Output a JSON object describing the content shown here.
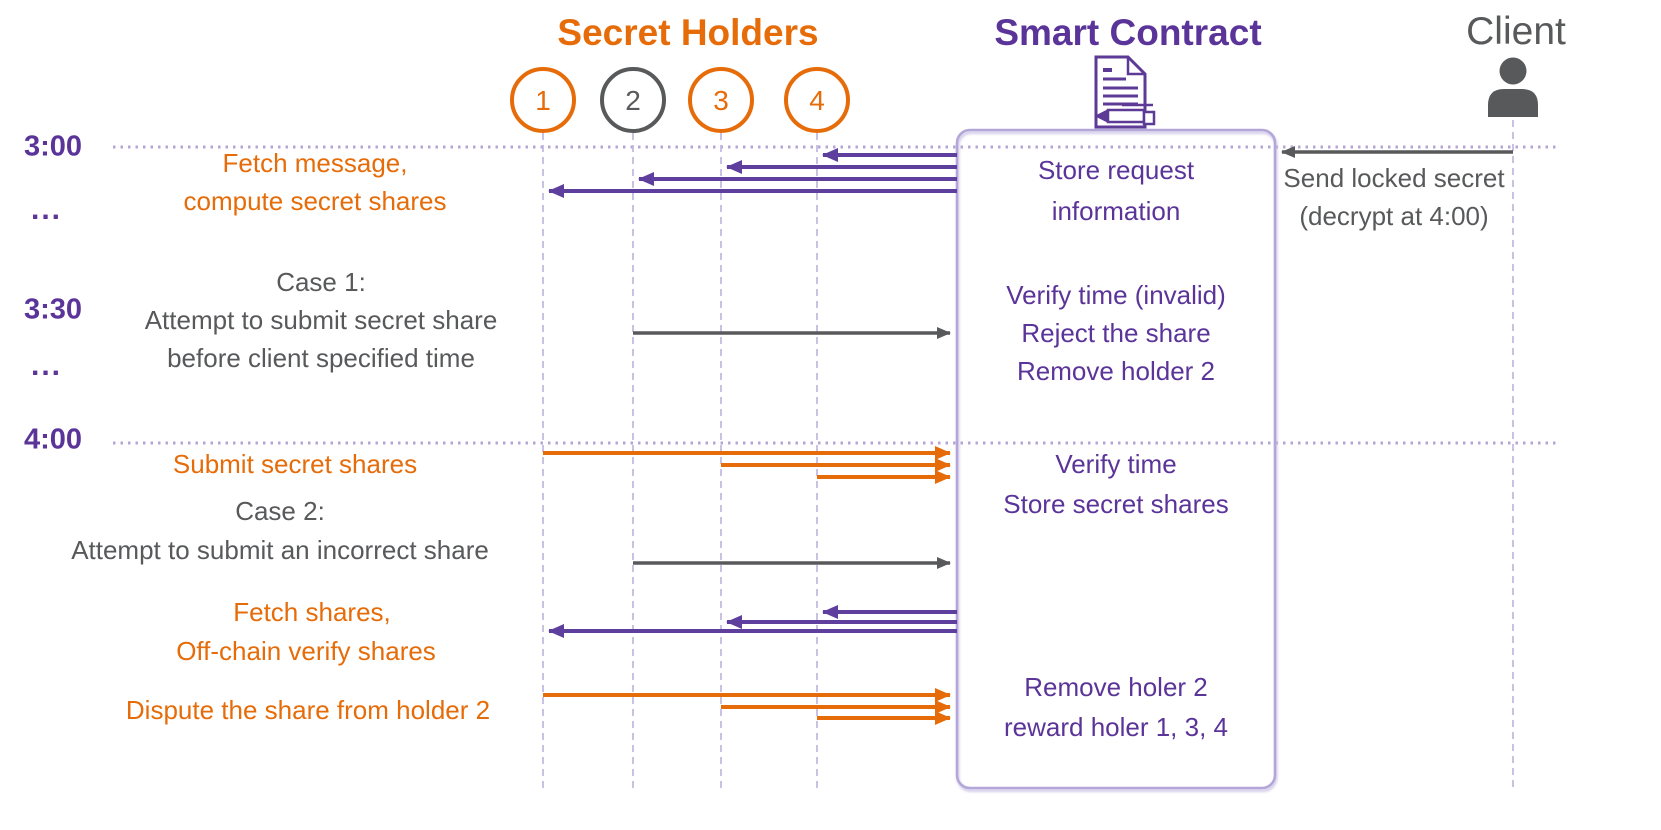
{
  "colors": {
    "orange": "#E66C09",
    "purple": "#5B3499",
    "arrow_purple": "#5E3F9E",
    "light_purple": "#B4A7D6",
    "dark_gray": "#58595B"
  },
  "participants": {
    "secret_holders": {
      "title": "Secret Holders",
      "holders": [
        "1",
        "2",
        "3",
        "4"
      ]
    },
    "smart_contract": {
      "title": "Smart Contract",
      "icon": "contract-document-icon"
    },
    "client": {
      "title": "Client",
      "icon": "person-icon"
    }
  },
  "time_axis": {
    "t300": "3:00",
    "gap1": "...",
    "t330": "3:30",
    "gap2": "...",
    "t400": "4:00"
  },
  "messages": {
    "fetch_message": {
      "line1": "Fetch message,",
      "line2": "compute secret shares"
    },
    "send_locked_secret": {
      "line1": "Send locked secret",
      "line2": "(decrypt at 4:00)"
    },
    "case1": {
      "line1": "Case 1:",
      "line2": "Attempt to submit secret share",
      "line3": "before client specified time"
    },
    "store_request": {
      "line1": "Store request",
      "line2": "information"
    },
    "verify_invalid": {
      "line1": "Verify time (invalid)",
      "line2": "Reject the share",
      "line3": "Remove holder 2"
    },
    "submit_shares": {
      "line1": "Submit secret shares"
    },
    "verify_store": {
      "line1": "Verify time",
      "line2": "Store secret shares"
    },
    "case2": {
      "line1": "Case 2:",
      "line2": "Attempt to submit an incorrect share"
    },
    "fetch_shares": {
      "line1": "Fetch shares,",
      "line2": "Off-chain verify shares"
    },
    "dispute": {
      "line1": "Dispute the share from holder 2"
    },
    "remove_reward": {
      "line1": "Remove holer 2",
      "line2": "reward holer 1, 3, 4"
    }
  }
}
